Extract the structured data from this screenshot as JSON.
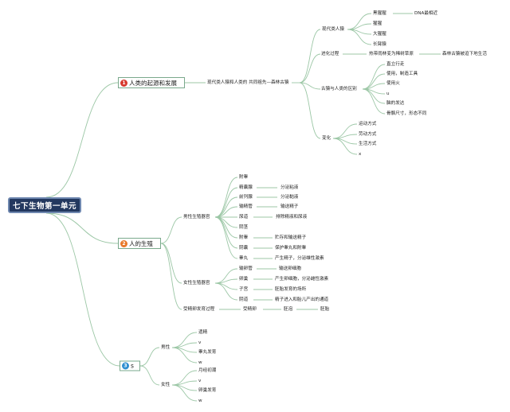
{
  "root": "七下生物第一单元",
  "branch1": {
    "num": "1",
    "title": "人类的起源和发展",
    "ancestor": "现代类人猿和人类的 共同祖先—森林古猿",
    "modern_apes": "现代类人猿",
    "apes": [
      "黑猩猩",
      "猩猩",
      "大猩猩",
      "长臂猿"
    ],
    "dna_note": "DNA最相近",
    "evolution": "进化过程",
    "evo_a": "热带雨林变为稀树草原",
    "evo_b": "森林古猿被迫下地生活",
    "diff": "古猿与人类的区别",
    "diff_items": [
      "直立行走",
      "使用，制造工具",
      "使用火",
      "u",
      "脑的发达",
      "骨骼尺寸，形态不同"
    ],
    "change": "变化",
    "change_items": [
      "运动方式",
      "劳动方式",
      "生活方式",
      "x"
    ]
  },
  "branch2": {
    "num": "2",
    "title": "人的生殖",
    "male": "男性生殖器官",
    "male_items": [
      {
        "organ": "附睾",
        "desc": ""
      },
      {
        "organ": "精囊腺",
        "desc": "分泌粘液"
      },
      {
        "organ": "前列腺",
        "desc": "分泌黏液"
      },
      {
        "organ": "输精管",
        "desc": "输送精子"
      },
      {
        "organ": "尿道",
        "desc": "排除精液和尿液"
      },
      {
        "organ": "阴茎",
        "desc": ""
      },
      {
        "organ": "附睾",
        "desc": "贮存和输送精子"
      },
      {
        "organ": "阴囊",
        "desc": "保护睾丸和附睾"
      },
      {
        "organ": "睾丸",
        "desc": "产生精子，分泌雄性激素"
      }
    ],
    "female": "女性生殖器官",
    "female_items": [
      {
        "organ": "输卵管",
        "desc": "输送卵细胞"
      },
      {
        "organ": "卵巢",
        "desc": "产生卵细胞，分泌雌性激素"
      },
      {
        "organ": "子宫",
        "desc": "胚胎发育的场所"
      },
      {
        "organ": "阴道",
        "desc": "精子进入和胎儿产出的通道"
      }
    ],
    "process": "受精卵发育过程",
    "process_steps": [
      "受精卵",
      "胚泡",
      "胚胎"
    ]
  },
  "branch3": {
    "num": "3",
    "title": "s",
    "male": "男性",
    "male_items": [
      "遗精",
      "v",
      "睾丸发育",
      "w"
    ],
    "female": "女性",
    "female_items": [
      "月经初潮",
      "v",
      "卵巢发育",
      "w"
    ]
  }
}
